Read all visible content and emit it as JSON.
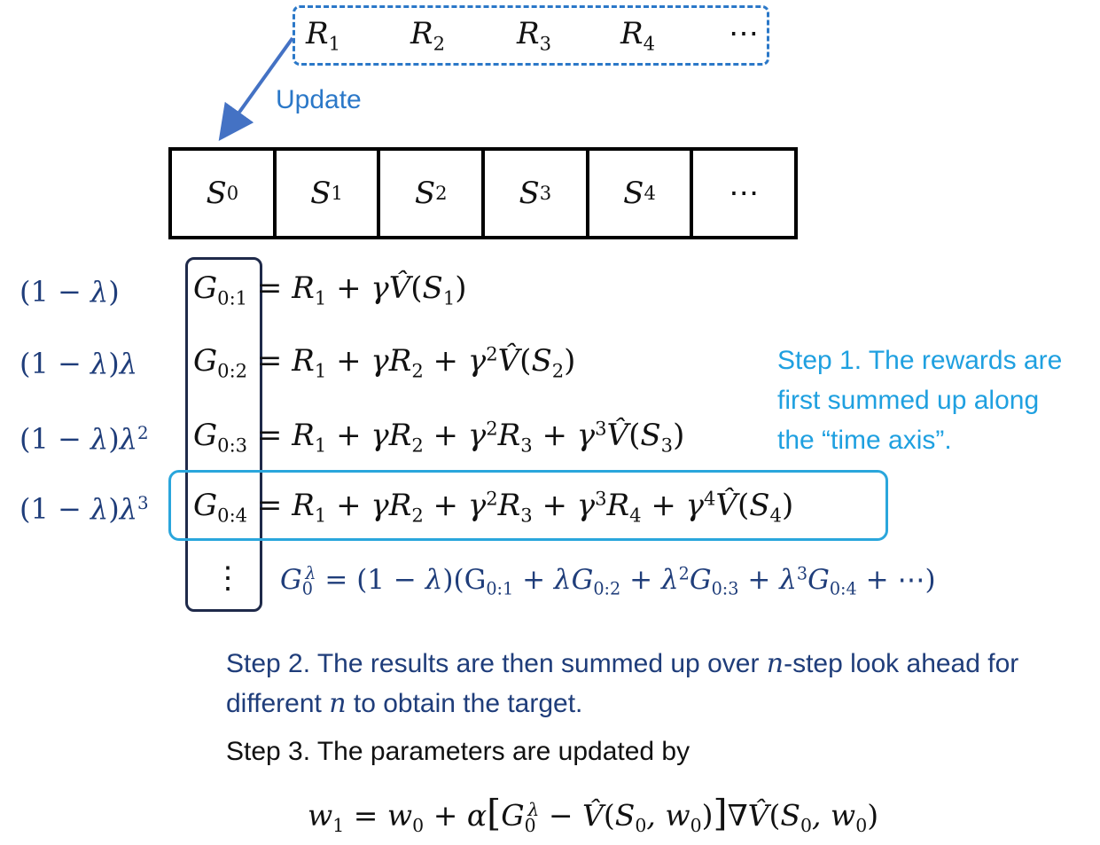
{
  "rewards": [
    "R_1",
    "R_2",
    "R_3",
    "R_4",
    "⋯"
  ],
  "update_label": "Update",
  "states": [
    "S_0",
    "S_1",
    "S_2",
    "S_3",
    "S_4",
    "⋯"
  ],
  "weights": [
    "(1 − λ)",
    "(1 − λ)λ",
    "(1 − λ)λ^2",
    "(1 − λ)λ^3"
  ],
  "returns": [
    "G_{0:1} = R_1 + γV̂(S_1)",
    "G_{0:2} = R_1 + γR_2 + γ^2V̂(S_2)",
    "G_{0:3} = R_1 + γR_2 + γ^2R_3 + γ^3V̂(S_3)",
    "G_{0:4} = R_1 + γR_2 + γ^2R_3 + γ^3R_4 + γ^4V̂(S_4)"
  ],
  "vertical_dots": "⋮",
  "lambda_return": "G_0^λ = (1 − λ)(G_{0:1} + λG_{0:2} + λ^2G_{0:3} + λ^3G_{0:4} + ⋯)",
  "step1": "Step 1. The rewards are first summed up along the “time axis”.",
  "step2_text_a": "Step 2. The results are then summed up over ",
  "step2_n1": "n",
  "step2_text_b": "-step look ahead for different ",
  "step2_n2": "n",
  "step2_text_c": " to obtain the target.",
  "step3": "Step 3. The parameters are updated by",
  "update_rule": "w_1 = w_0 + α[G_0^λ − V̂(S_0, w_0)]∇V̂(S_0, w_0)",
  "colors": {
    "dashed_box": "#2b78c8",
    "step1": "#1fa0e0",
    "navy": "#1f3d7a",
    "highlight_box": "#2aa6dc"
  }
}
